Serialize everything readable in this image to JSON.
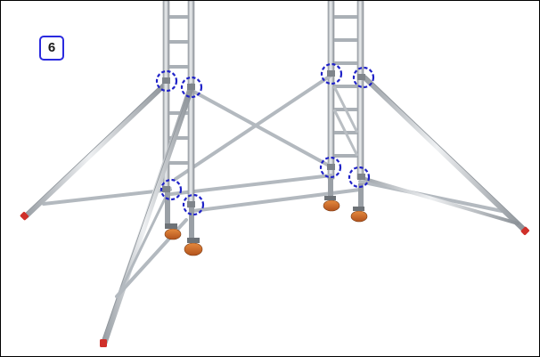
{
  "step": {
    "number": "6"
  },
  "colors": {
    "frame_border": "#000000",
    "badge_border": "#2a2adf",
    "highlight_circle": "#1f22c8",
    "aluminium": "#c9ced3",
    "aluminium_dark": "#8f959b",
    "foot_cap": "#d0302a",
    "castor_wheel": "#d36a2a"
  },
  "icons": {
    "badge": "step-number-badge",
    "marker": "dashed-highlight-circle"
  }
}
